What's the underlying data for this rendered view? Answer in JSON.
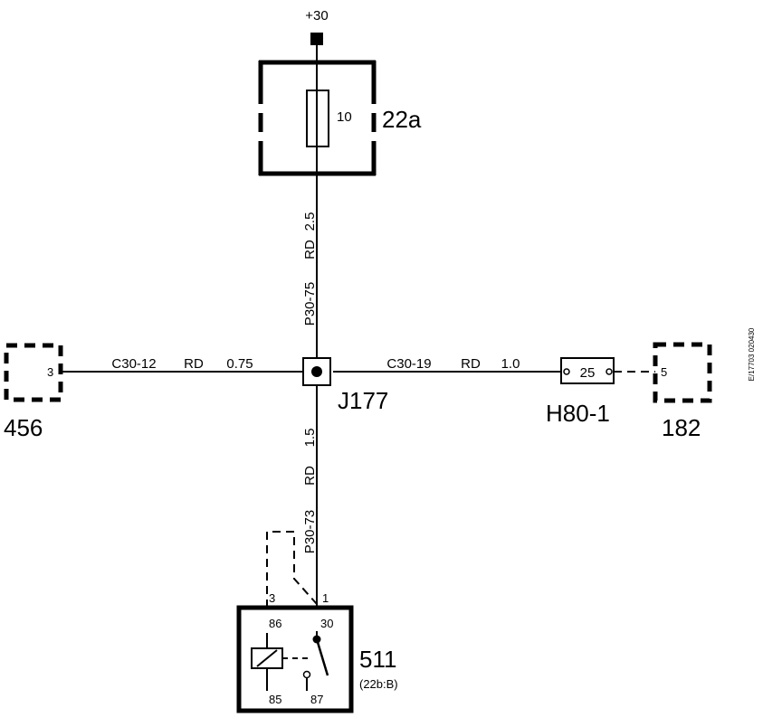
{
  "supply": {
    "label": "+30"
  },
  "fuse": {
    "id": "22a",
    "rating": "10"
  },
  "wires": {
    "upper_vertical": {
      "section": "2.5",
      "color": "RD",
      "id": "P30-75"
    },
    "lower_vertical": {
      "section": "1.5",
      "color": "RD",
      "id": "P30-73"
    },
    "left_horizontal": {
      "id": "C30-12",
      "color": "RD",
      "section": "0.75"
    },
    "right_horizontal": {
      "id": "C30-19",
      "color": "RD",
      "section": "1.0"
    }
  },
  "junction": {
    "id": "J177"
  },
  "connectors": {
    "left": {
      "id": "456",
      "pin": "3"
    },
    "right": {
      "id": "182",
      "pin": "5"
    },
    "inline": {
      "id": "H80-1",
      "pin": "25"
    }
  },
  "relay": {
    "id": "511",
    "location": "(22b:B)",
    "pin_a": "3",
    "pin_b": "1",
    "terminals": {
      "t86": "86",
      "t30": "30",
      "t85": "85",
      "t87": "87"
    }
  },
  "drawing_code": "E/17703 020430"
}
